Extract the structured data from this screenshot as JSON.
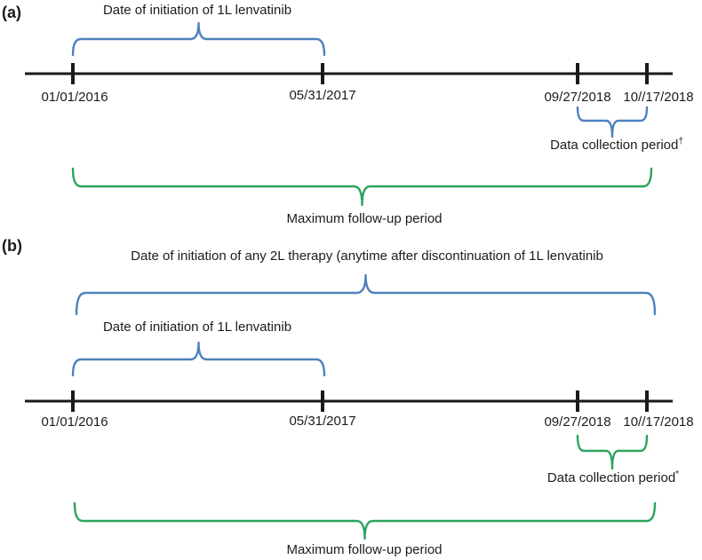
{
  "colors": {
    "brace_blue": "#4f81bd",
    "brace_green": "#2ba45e",
    "timeline_black": "#1a1a1a"
  },
  "figure": {
    "panels": [
      {
        "label": "(a)",
        "brace_1l_label": "Date of initiation of 1L lenvatinib",
        "dates": [
          "01/01/2016",
          "05/31/2017",
          "09/27/2018",
          "10//17/2018"
        ],
        "data_collection": {
          "text": "Data collection period",
          "superscript": "†"
        },
        "followup_label": "Maximum follow-up period"
      },
      {
        "label": "(b)",
        "brace_2l_label": "Date of initiation of any 2L therapy (anytime after discontinuation of 1L lenvatinib",
        "brace_1l_label": "Date of initiation of 1L lenvatinib",
        "dates": [
          "01/01/2016",
          "05/31/2017",
          "09/27/2018",
          "10//17/2018"
        ],
        "data_collection": {
          "text": "Data collection period",
          "superscript": "*"
        },
        "followup_label": "Maximum follow-up period"
      }
    ]
  }
}
